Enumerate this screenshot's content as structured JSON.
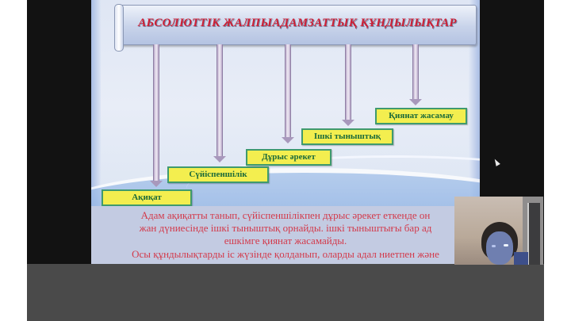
{
  "slide": {
    "title": "АБСОЛЮТТІК  ЖАЛПЫАДАМЗАТТЫҚ ҚҰНДЫЛЫҚТАР",
    "values": [
      {
        "label": "Ақиқат"
      },
      {
        "label": "Сүйіспеншілік"
      },
      {
        "label": "Дұрыс әрекет"
      },
      {
        "label": "Ішкі тыныштық"
      },
      {
        "label": "Қиянат жасамау"
      }
    ],
    "paragraph_lines": [
      "Адам ақиқатты танып, сүйіспеншілікпен дұрыс әрекет еткенде он",
      "жан дүниесінде ішкі тыныштық орнайды. ішкі тыныштығы бар ад",
      "ешкімге қиянат  жасамайды.",
      "Осы құндылықтарды іс жүзінде қолданып, оларды адал ниетпен және"
    ],
    "colors": {
      "title": "#cc2036",
      "box_fill": "#f3ee4f",
      "box_border": "#3f9a6e",
      "box_text": "#1b6a3a",
      "paragraph_text": "#d33a4b"
    }
  },
  "webcam": {
    "participant_icon": "webcam-video-feed"
  },
  "cursor": {
    "icon": "mouse-pointer-icon"
  }
}
